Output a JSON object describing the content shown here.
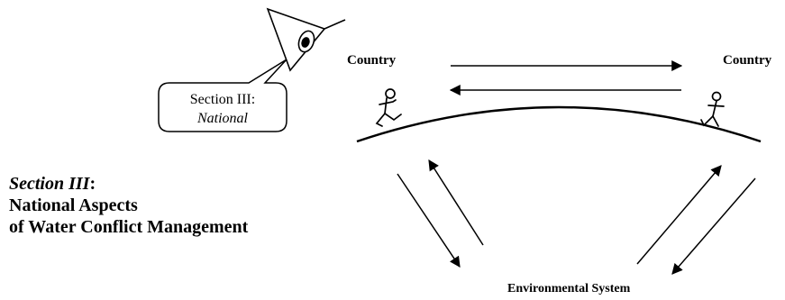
{
  "labels": {
    "country_left": "Country",
    "country_right": "Country",
    "environmental_system": "Environmental System"
  },
  "bubble": {
    "line1": "Section III:",
    "line2": "National"
  },
  "heading": {
    "section_label": "Section III",
    "section_colon": ":",
    "line2": "National Aspects",
    "line3": "of Water Conflict Management"
  }
}
